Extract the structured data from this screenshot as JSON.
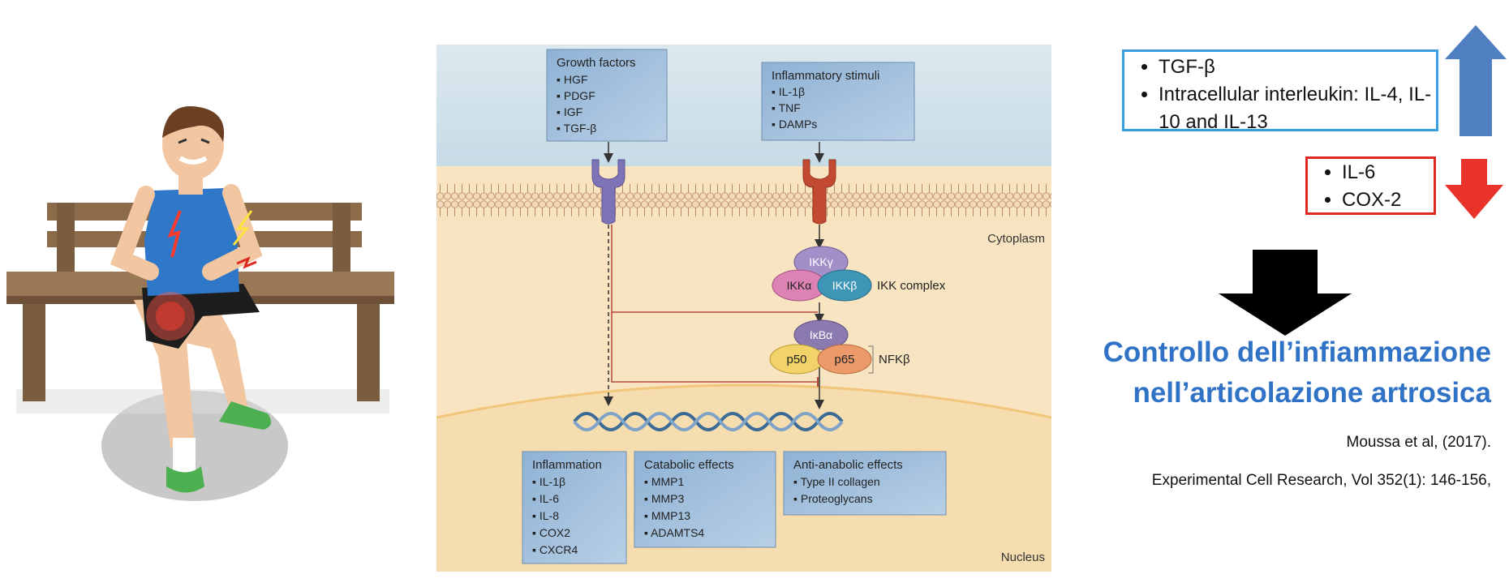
{
  "diagram": {
    "growth_factors": {
      "title": "Growth factors",
      "items": [
        "HGF",
        "PDGF",
        "IGF",
        "TGF-β"
      ]
    },
    "inflammatory_stimuli": {
      "title": "Inflammatory stimuli",
      "items": [
        "IL-1β",
        "TNF",
        "DAMPs"
      ]
    },
    "cytoplasm_label": "Cytoplasm",
    "nucleus_label": "Nucleus",
    "ikk": {
      "gamma": "IKKγ",
      "alpha": "IKKα",
      "beta": "IKKβ",
      "label": "IKK complex"
    },
    "nfkb": {
      "ikba": "IκBα",
      "p50": "p50",
      "p65": "p65",
      "label": "NFKβ"
    },
    "inflammation": {
      "title": "Inflammation",
      "items": [
        "IL-1β",
        "IL-6",
        "IL-8",
        "COX2",
        "CXCR4"
      ]
    },
    "catabolic": {
      "title": "Catabolic effects",
      "items": [
        "MMP1",
        "MMP3",
        "MMP13",
        "ADAMTS4"
      ]
    },
    "antianabolic": {
      "title": "Anti-anabolic effects",
      "items": [
        "Type II collagen",
        "Proteoglycans"
      ]
    }
  },
  "upregulated": {
    "items": [
      "TGF-β",
      "Intracellular interleukin: IL-4, IL-10 and IL-13"
    ],
    "color": "#3a9fe0",
    "arrow_color": "#4f7fc0"
  },
  "downregulated": {
    "items": [
      "IL-6",
      "COX-2"
    ],
    "color": "#e02a1f",
    "arrow_color": "#e8322a"
  },
  "heading": {
    "line1": "Controllo dell’infiammazione",
    "line2": "nell’articolazione artrosica",
    "color": "#2f72c6"
  },
  "citation": {
    "authors": "Moussa et al, (2017).",
    "journal": "Experimental Cell Research, Vol 352(1): 146-156,"
  },
  "icons": [
    "man-on-bench-illustration",
    "knee-pain-icon",
    "receptor-icon",
    "dna-helix-icon",
    "up-arrow-icon",
    "down-arrow-icon",
    "big-down-arrow-icon"
  ]
}
